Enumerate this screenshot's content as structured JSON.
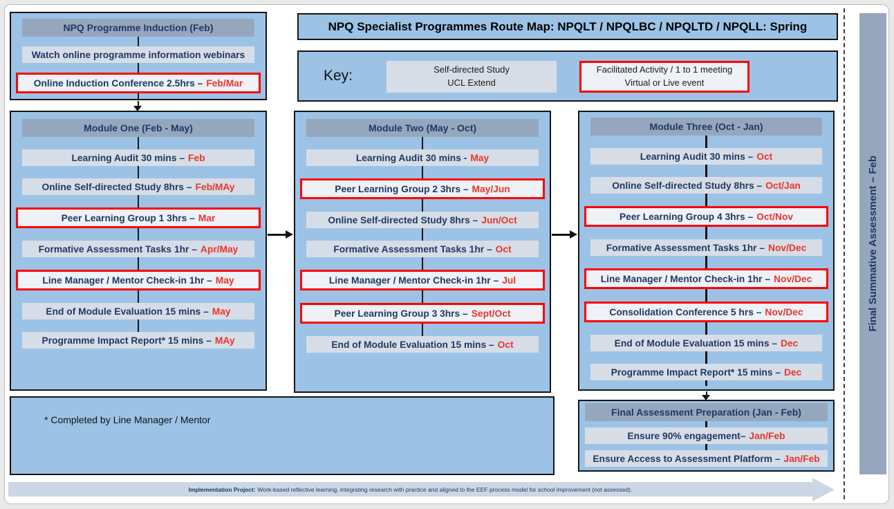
{
  "title": "NPQ Specialist Programmes Route Map: NPQLT / NPQLBC / NPQLTD / NPQLL: Spring",
  "key": {
    "label": "Key:",
    "self_directed": {
      "line1": "Self-directed Study",
      "line2": "UCL Extend",
      "type": "self-directed"
    },
    "facilitated": {
      "line1": "Facilitated Activity / 1 to 1 meeting",
      "line2": "Virtual or Live event",
      "type": "facilitated"
    }
  },
  "induction": {
    "header": "NPQ Programme Induction (Feb)",
    "items": [
      {
        "label": "Watch online programme information webinars",
        "date": "",
        "type": "self-directed"
      },
      {
        "label": "Online Induction Conference 2.5hrs –",
        "date": "Feb/Mar",
        "type": "facilitated"
      }
    ]
  },
  "modules": [
    {
      "header": "Module One (Feb - May)",
      "items": [
        {
          "label": "Learning Audit 30 mins –",
          "date": "Feb",
          "type": "self-directed"
        },
        {
          "label": "Online Self-directed Study 8hrs –",
          "date": "Feb/MAy",
          "type": "self-directed"
        },
        {
          "label": "Peer Learning Group 1 3hrs –",
          "date": "Mar",
          "type": "facilitated"
        },
        {
          "label": "Formative Assessment Tasks 1hr –",
          "date": "Apr/May",
          "type": "self-directed"
        },
        {
          "label": "Line Manager / Mentor Check-in 1hr –",
          "date": "May",
          "type": "facilitated"
        },
        {
          "label": "End of Module Evaluation 15 mins –",
          "date": "May",
          "type": "self-directed"
        },
        {
          "label": "Programme Impact Report* 15 mins –",
          "date": "MAy",
          "type": "self-directed"
        }
      ]
    },
    {
      "header": "Module Two (May - Oct)",
      "items": [
        {
          "label": "Learning Audit 30 mins -",
          "date": "May",
          "type": "self-directed"
        },
        {
          "label": "Peer Learning Group 2 3hrs  –",
          "date": "May/Jun",
          "type": "facilitated"
        },
        {
          "label": "Online Self-directed Study 8hrs –",
          "date": "Jun/Oct",
          "type": "self-directed"
        },
        {
          "label": "Formative Assessment Tasks 1hr –",
          "date": "Oct",
          "type": "self-directed"
        },
        {
          "label": "Line Manager / Mentor Check-in 1hr –",
          "date": "Jul",
          "type": "facilitated"
        },
        {
          "label": "Peer Learning Group 3 3hrs –",
          "date": "Sept/Oct",
          "type": "facilitated"
        },
        {
          "label": "End of Module Evaluation 15 mins –",
          "date": "Oct",
          "type": "self-directed"
        }
      ]
    },
    {
      "header": "Module Three (Oct - Jan)",
      "items": [
        {
          "label": "Learning Audit 30 mins –",
          "date": "Oct",
          "type": "self-directed"
        },
        {
          "label": "Online Self-directed Study 8hrs –",
          "date": "Oct/Jan",
          "type": "self-directed"
        },
        {
          "label": "Peer Learning Group 4 3hrs –",
          "date": "Oct/Nov",
          "type": "facilitated"
        },
        {
          "label": "Formative Assessment Tasks 1hr –",
          "date": "Nov/Dec",
          "type": "self-directed"
        },
        {
          "label": "Line Manager / Mentor Check-in 1hr –",
          "date": "Nov/Dec",
          "type": "facilitated"
        },
        {
          "label": "Consolidation Conference 5 hrs –",
          "date": "Nov/Dec",
          "type": "facilitated"
        },
        {
          "label": "End of Module Evaluation 15 mins –",
          "date": "Dec",
          "type": "self-directed"
        },
        {
          "label": "Programme Impact Report* 15 mins –",
          "date": "Dec",
          "type": "self-directed"
        }
      ]
    }
  ],
  "final_prep": {
    "header": "Final Assessment Preparation (Jan - Feb)",
    "items": [
      {
        "label": "Ensure 90% engagement–",
        "date": "Jan/Feb",
        "type": "self-directed"
      },
      {
        "label": "Ensure Access to Assessment Platform –",
        "date": "Jan/Feb",
        "type": "self-directed"
      }
    ]
  },
  "note": {
    "text": "* Completed by Line Manager / Mentor"
  },
  "implementation": {
    "bold": "Implementation Project:",
    "rest": "Work-based reflective learning, integrating research with practice and aligned to the EEF process model for school improvement (not assessed)."
  },
  "sidebar": {
    "label": "Final Summative Assessment – Feb"
  },
  "colors": {
    "box_blue": "#9CC3E6",
    "header_blue_gray": "#96A7BD",
    "item_gray": "#D7DDE6",
    "highlight_fill": "#EEF1F5",
    "highlight_border": "#FF0000",
    "date_red": "#E8352B",
    "text_navy": "#1F3864",
    "arrow_band": "#CBD7E4"
  }
}
